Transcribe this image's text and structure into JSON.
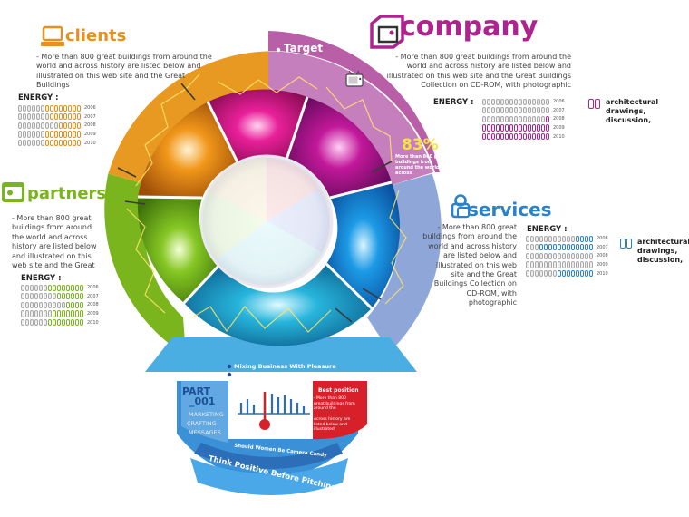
{
  "clients": {
    "title": "clients",
    "text": "- More than 800 great buildings from around the world and across history are listed below and illustrated on this web site and the Great Buildings",
    "energy_label": "ENERGY :",
    "color": "#e8901e",
    "years": [
      "2006",
      "2007",
      "2008",
      "2009",
      "2010"
    ],
    "filled": [
      8,
      7,
      5,
      8,
      8
    ]
  },
  "partners": {
    "title": "partners",
    "text": "- More than 800 great buildings from around the world and across history are listed below and illustrated on this web site and the Great",
    "energy_label": "ENERGY :",
    "color": "#7ab51d",
    "years": [
      "2006",
      "2007",
      "2008",
      "2009",
      "2010"
    ],
    "filled": [
      8,
      6,
      4,
      7,
      8
    ]
  },
  "company": {
    "title": "company",
    "text": "- More than 800 great buildings from around the world and across history are listed below and illustrated on this web site and the Great Buildings Collection on CD-ROM, with photographic",
    "energy_label": "ENERGY :",
    "color": "#b0238f",
    "years": [
      "2006",
      "2007",
      "2008",
      "2009",
      "2010"
    ],
    "filled": [
      0,
      0,
      1,
      15,
      15
    ],
    "legend_text": "architectural drawings, discussion,"
  },
  "services": {
    "title": "services",
    "text": "- More than 800 great buildings from around the world and across history are listed below and illustrated on this web site and the Great Buildings Collection on CD-ROM, with photographic",
    "energy_label": "ENERGY :",
    "color": "#2a82c9",
    "years": [
      "2006",
      "2007",
      "2008",
      "2009",
      "2010"
    ],
    "filled": [
      4,
      12,
      0,
      0,
      8
    ],
    "legend_text": "architectural drawings, discussion,"
  },
  "target": {
    "label": "Target",
    "percent": "83%",
    "note": "More than 800 great buildings from around the world and across"
  },
  "center_box": {
    "line1": "Mixing Business With Pleasure",
    "line2": "MARKETING CRAFTING MESSAGES"
  },
  "part": {
    "label": "PART",
    "number": "_001",
    "sub1": "MARKETING",
    "sub2": "CRAFTING",
    "sub3": "MESSAGES"
  },
  "best_position": {
    "title": "Best position",
    "text1": "- More than 800 great buildings from around the",
    "text2": "Across history are listed below and illustrated"
  },
  "arc_text": {
    "inner": "Should Women Be Camera Candy",
    "outer": "Think Positive Before Pitching"
  }
}
